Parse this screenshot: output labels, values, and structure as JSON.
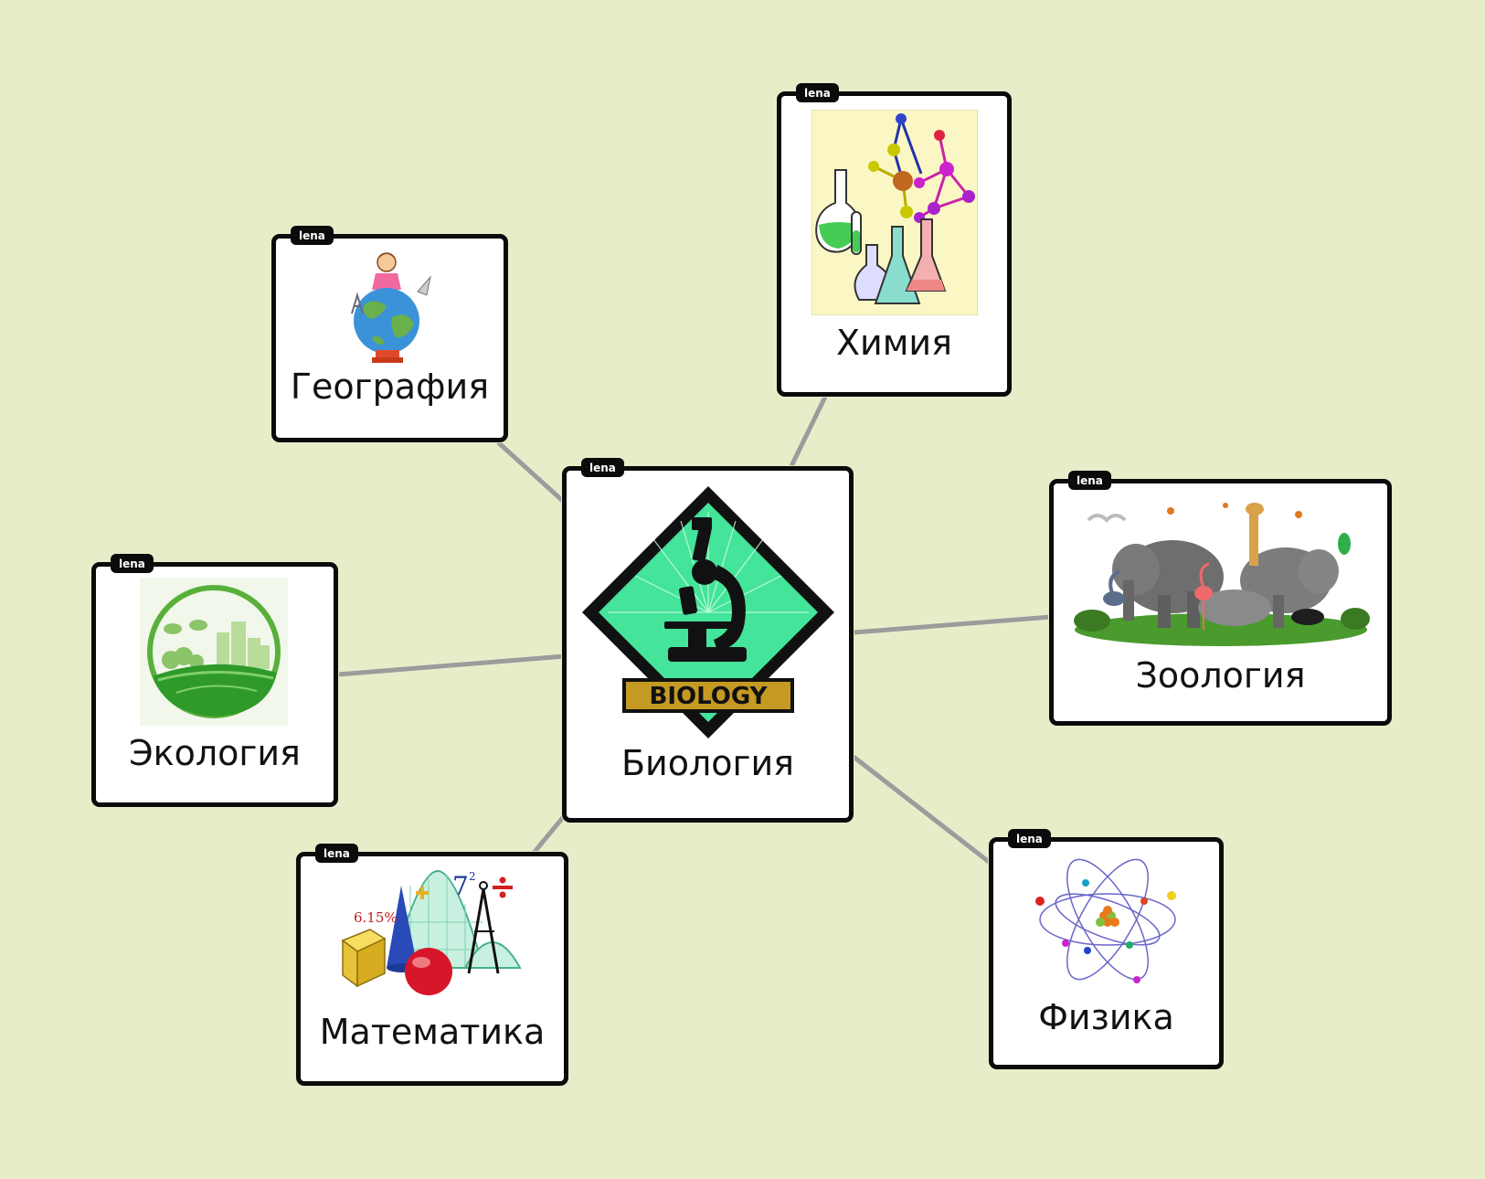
{
  "owner_tag": "lena",
  "colors": {
    "background": "#e8edc9",
    "card_border": "#0b0b0b",
    "connector": "#9c9c9c"
  },
  "center": {
    "label": "Биология",
    "badge": "BIOLOGY",
    "icon": "microscope-diamond-icon"
  },
  "nodes": {
    "chemistry": {
      "label": "Химия",
      "icon": "chemistry-flasks-molecule-icon"
    },
    "geography": {
      "label": "География",
      "icon": "girl-on-globe-icon"
    },
    "zoology": {
      "label": "Зоология",
      "icon": "animals-group-photo"
    },
    "ecology": {
      "label": "Экология",
      "icon": "green-city-leaf-icon"
    },
    "math": {
      "label": "Математика",
      "icon": "math-shapes-compass-icon",
      "figures": {
        "percent": "6.15%",
        "power": "7",
        "exponent": "2"
      }
    },
    "physics": {
      "label": "Физика",
      "icon": "atom-orbits-icon"
    }
  }
}
